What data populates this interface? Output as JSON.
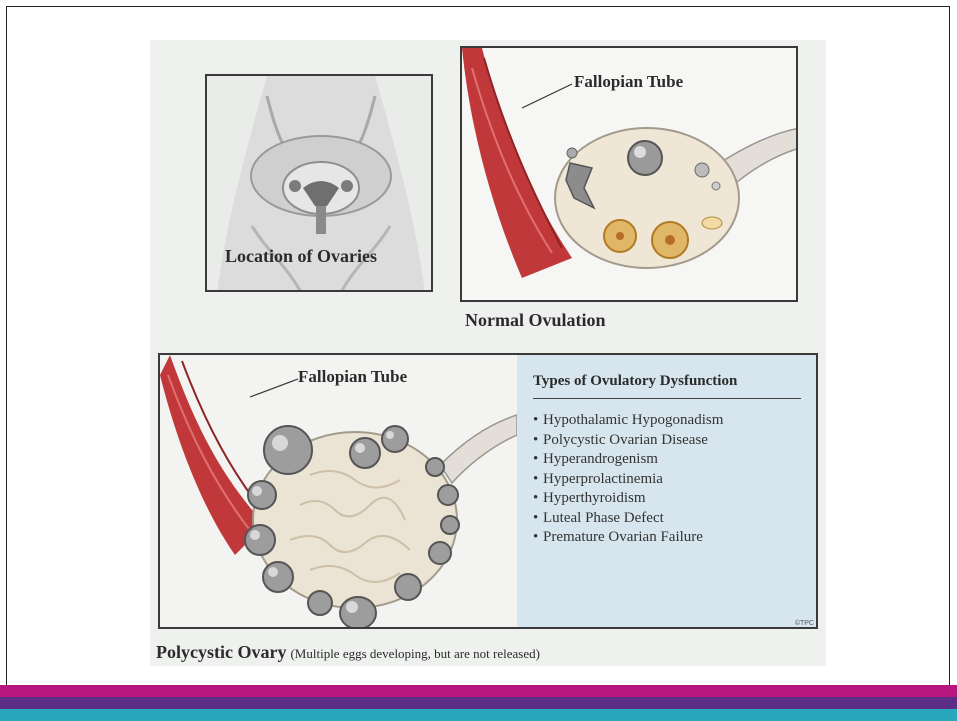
{
  "figure": {
    "location_caption": "Location of Ovaries",
    "normal_caption": "Normal Ovulation",
    "normal_tube_label": "Fallopian Tube",
    "poly_tube_label": "Fallopian Tube",
    "types": {
      "title": "Types of Ovulatory Dysfunction",
      "items": [
        "Hypothalamic Hypogonadism",
        "Polycystic Ovarian Disease",
        "Hyperandrogenism",
        "Hyperprolactinemia",
        "Hyperthyroidism",
        "Luteal Phase Defect",
        "Premature Ovarian Failure"
      ]
    },
    "poly_title": "Polycystic Ovary",
    "poly_subtitle": "(Multiple eggs developing, but are not released)",
    "copyright_mark": "©TPC"
  },
  "colors": {
    "bar_magenta": "#b5177e",
    "bar_purple": "#5b2d86",
    "bar_teal": "#2aa7bd",
    "tube_red": "#c0383a",
    "types_bg": "#d7e6ee"
  }
}
